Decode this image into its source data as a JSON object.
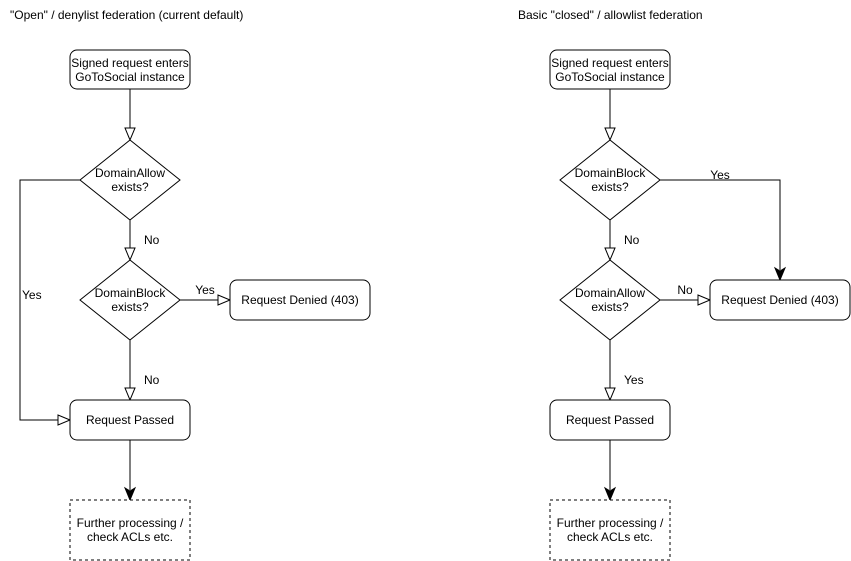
{
  "page": {
    "background": "#ffffff"
  },
  "colors": {
    "stroke": "#000000",
    "text": "#000000",
    "shape_fill": "#ffffff"
  },
  "left_chart": {
    "title": "\"Open\" / denylist federation (current default)",
    "start_lines": [
      "Signed request enters",
      "GoToSocial instance"
    ],
    "decision1_lines": [
      "DomainAllow",
      "exists?"
    ],
    "decision1_yes_label": "Yes",
    "decision1_no_label": "No",
    "decision2_lines": [
      "DomainBlock",
      "exists?"
    ],
    "decision2_yes_label": "Yes",
    "decision2_no_label": "No",
    "denied_label": "Request Denied (403)",
    "passed_label": "Request Passed",
    "further_lines": [
      "Further processing /",
      "check ACLs etc."
    ]
  },
  "right_chart": {
    "title": "Basic \"closed\" / allowlist federation",
    "start_lines": [
      "Signed request enters",
      "GoToSocial instance"
    ],
    "decision1_lines": [
      "DomainBlock",
      "exists?"
    ],
    "decision1_yes_label": "Yes",
    "decision1_no_label": "No",
    "decision2_lines": [
      "DomainAllow",
      "exists?"
    ],
    "decision2_yes_label": "Yes",
    "decision2_no_label": "No",
    "denied_label": "Request Denied (403)",
    "passed_label": "Request Passed",
    "further_lines": [
      "Further processing /",
      "check ACLs etc."
    ]
  }
}
